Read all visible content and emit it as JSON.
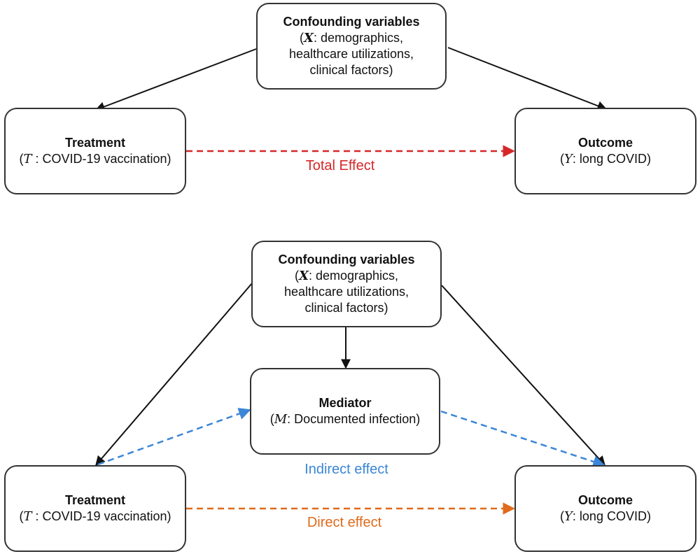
{
  "colors": {
    "node_border": "#333333",
    "arrow": "#111111",
    "total_effect": "#d62728",
    "indirect_effect": "#3b86d6",
    "direct_effect": "#e06a1b"
  },
  "top_diagram": {
    "confounders": {
      "title": "Confounding variables",
      "var": "X",
      "line1": ": demographics,",
      "line2": "healthcare utilizations,",
      "line3": "clinical factors)"
    },
    "treatment": {
      "title": "Treatment",
      "var": "T",
      "desc": " : COVID-19 vaccination)"
    },
    "outcome": {
      "title": "Outcome",
      "var": "Y",
      "desc": ": long COVID)"
    },
    "edge_label": "Total Effect"
  },
  "bottom_diagram": {
    "confounders": {
      "title": "Confounding variables",
      "var": "X",
      "line1": ": demographics,",
      "line2": "healthcare utilizations,",
      "line3": "clinical factors)"
    },
    "mediator": {
      "title": "Mediator",
      "var": "M",
      "desc": ": Documented infection)"
    },
    "treatment": {
      "title": "Treatment",
      "var": "T",
      "desc": " : COVID-19 vaccination)"
    },
    "outcome": {
      "title": "Outcome",
      "var": "Y",
      "desc": ": long COVID)"
    },
    "indirect_label": "Indirect effect",
    "direct_label": "Direct effect"
  }
}
